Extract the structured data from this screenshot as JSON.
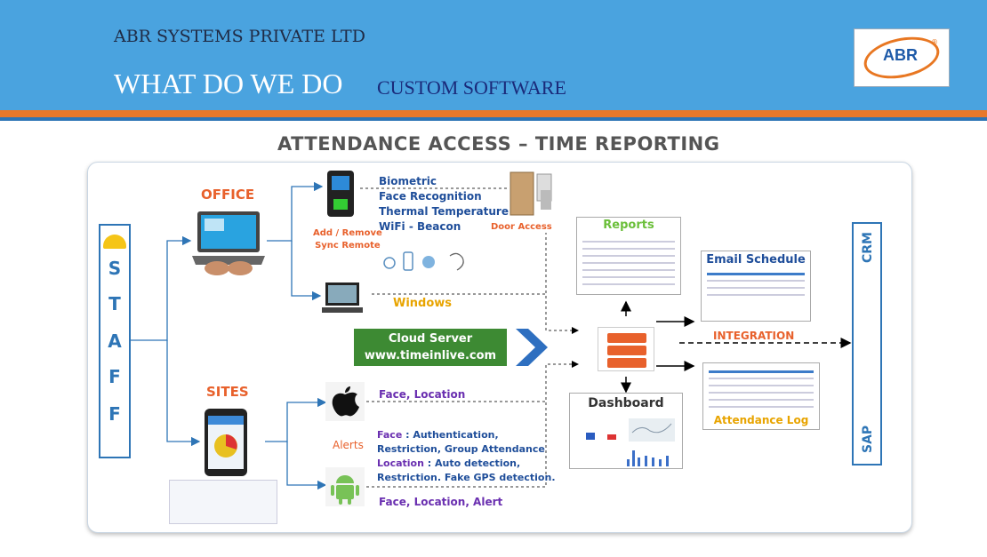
{
  "header": {
    "company": "ABR SYSTEMS PRIVATE LTD",
    "heading": "WHAT DO WE DO",
    "subheading": "CUSTOM SOFTWARE",
    "logo_text": "ABR",
    "logo_mark": "®"
  },
  "diagram": {
    "title": "ATTENDANCE  ACCESS – TIME REPORTING",
    "staff_letters": [
      "S",
      "T",
      "A",
      "F",
      "F"
    ],
    "office_label": "OFFICE",
    "sites_label": "SITES",
    "biometric_features": [
      "Biometric",
      "Face Recognition",
      "Thermal Temperature",
      "WiFi - Beacon"
    ],
    "add_remove": "Add / Remove",
    "sync_remote": "Sync Remote",
    "door_access": "Door Access",
    "windows": "Windows",
    "cloud_server": "Cloud Server",
    "cloud_url": "www.timeinlive.com",
    "apple_features": "Face, Location",
    "alerts_label": "Alerts",
    "face_prefix": "Face",
    "face_text": " : Authentication,",
    "restriction_text": "Restriction, Group Attendance",
    "location_prefix": "Location",
    "location_text": " :  Auto detection,",
    "fake_gps": "Restriction. Fake GPS detection.",
    "android_features": "Face, Location, Alert",
    "reports": "Reports",
    "email_schedule": "Email Schedule",
    "integration": "INTEGRATION",
    "dashboard": "Dashboard",
    "attendance_log": "Attendance Log",
    "crm": "CRM",
    "sap": "SAP"
  },
  "colors": {
    "header_bg": "#4aa3df",
    "accent_orange": "#e8782a",
    "staff_blue": "#2e75b6",
    "cloud_green": "#3d8a33"
  }
}
